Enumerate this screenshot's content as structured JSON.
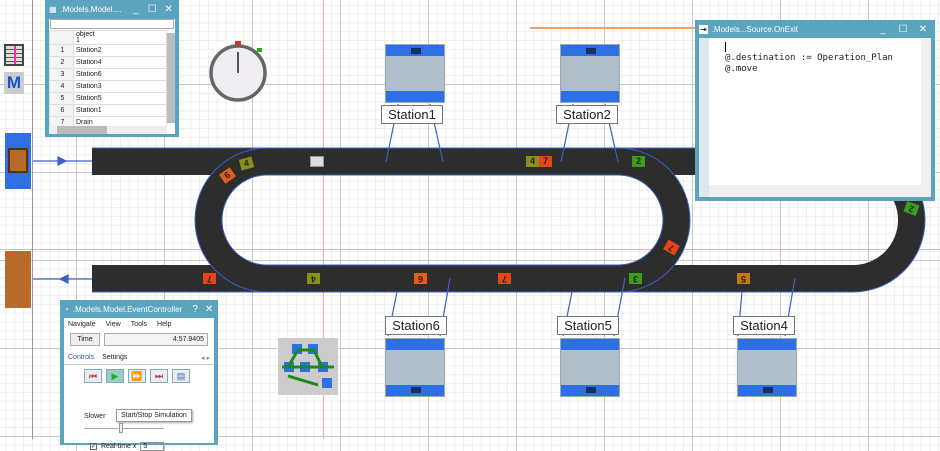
{
  "table_window": {
    "title": ".Models.Model....",
    "column_header": "object",
    "column_index": "1",
    "rows": [
      {
        "n": "1",
        "v": "Station2"
      },
      {
        "n": "2",
        "v": "Station4"
      },
      {
        "n": "3",
        "v": "Station6"
      },
      {
        "n": "4",
        "v": "Station3"
      },
      {
        "n": "5",
        "v": "Station5"
      },
      {
        "n": "6",
        "v": "Station1"
      },
      {
        "n": "7",
        "v": "Drain"
      }
    ]
  },
  "code_window": {
    "title": ".Models...Source.OnExit",
    "lines": [
      "@.destination := Operation_Plan",
      "@.move"
    ]
  },
  "event_controller": {
    "title": ".Models.Model.EventController",
    "menu": [
      "Navigate",
      "View",
      "Tools",
      "Help"
    ],
    "time_label": "Time",
    "time_value": "4:57.9405",
    "tabs": [
      "Controls",
      "Settings"
    ],
    "slower_label": "Slower",
    "tooltip": "Start/Stop Simulation",
    "realtime_label": "Real-time x",
    "realtime_value": "5"
  },
  "stations": {
    "s1": "Station1",
    "s2": "Station2",
    "s3": "Station6",
    "s4": "Station5",
    "s5": "Station4"
  },
  "parts": {
    "p1": "6",
    "p2": "4",
    "p3": "4",
    "p4": "7",
    "p5": "2",
    "p6": "7",
    "p7": "7",
    "p8": "4",
    "p9": "6",
    "p10": "7",
    "p11": "3",
    "p12": "5",
    "p13": "2"
  },
  "colors": {
    "orange": "#e0601a",
    "olive": "#8a8f1c",
    "green": "#3aa01c",
    "red": "#e8441a",
    "conveyor": "#2d2d2d",
    "accent": "#5aa5bd"
  }
}
